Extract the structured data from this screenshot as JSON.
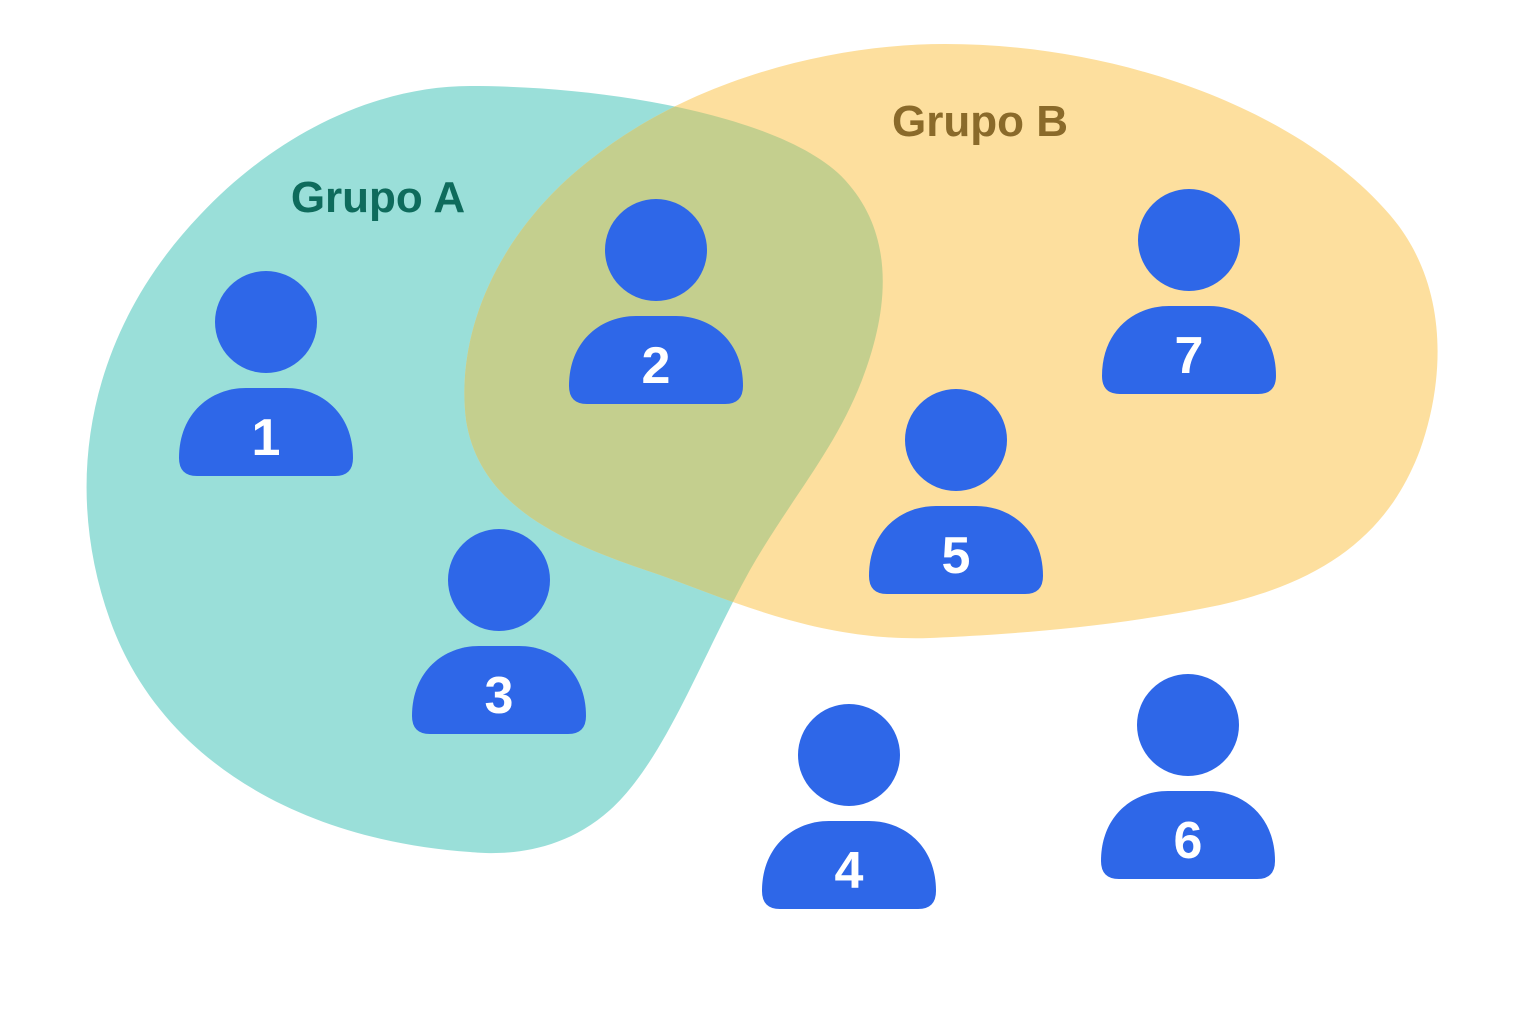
{
  "groups": {
    "a": {
      "label": "Grupo A",
      "fill_color": "#9ADFD9",
      "label_color": "#0E6B5C"
    },
    "b": {
      "label": "Grupo B",
      "fill_color": "#FDDF9E",
      "label_color": "#8A6A2A"
    },
    "overlap_color": "#C4CF8E"
  },
  "person_color": "#2E67E8",
  "number_color": "#FFFFFF",
  "people": [
    {
      "number": "1",
      "groups": [
        "Grupo A"
      ]
    },
    {
      "number": "2",
      "groups": [
        "Grupo A",
        "Grupo B"
      ]
    },
    {
      "number": "3",
      "groups": [
        "Grupo A"
      ]
    },
    {
      "number": "4",
      "groups": []
    },
    {
      "number": "5",
      "groups": [
        "Grupo B"
      ]
    },
    {
      "number": "6",
      "groups": []
    },
    {
      "number": "7",
      "groups": [
        "Grupo B"
      ]
    }
  ]
}
